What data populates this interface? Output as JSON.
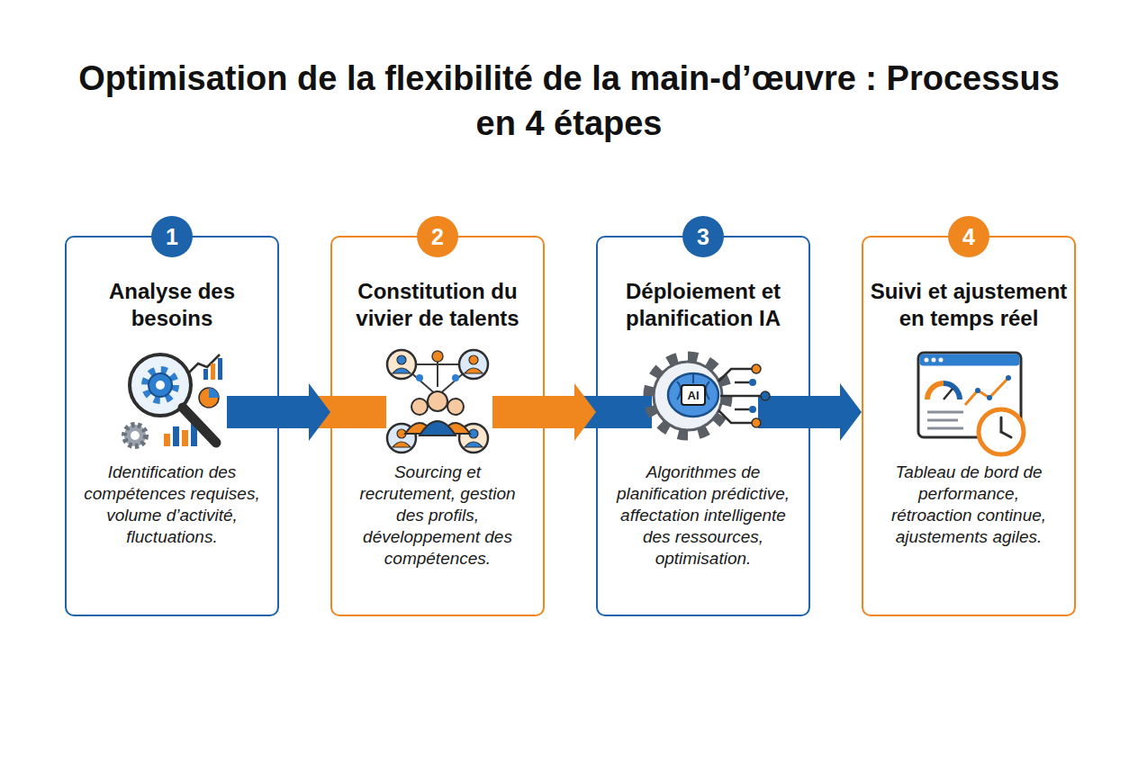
{
  "diagram": {
    "title": "Optimisation de la flexibilité de la main-d’œuvre : Processus en 4 étapes",
    "nodes": [
      {
        "text": [
          "1",
          "Analyse des besoins",
          "Identification des compétences requises, volume d’activité, fluctuations."
        ]
      },
      {
        "text": [
          "2",
          "Constitution du vivier de talents",
          "Sourcing et recrutement, gestion des profils, développement des compétences."
        ]
      },
      {
        "text": [
          "3",
          "Déploiement et planification IA",
          "Algorithmes de planification prédictive, affectation intelligente des ressources, optimisation."
        ]
      },
      {
        "text": [
          "4",
          "Suivi et ajustement en temps réel",
          "Tableau de bord de performance, rétroaction continue, ajustements agiles."
        ]
      }
    ],
    "edges": [
      {
        "from": 0,
        "to": 1,
        "arrow": "to"
      },
      {
        "from": 1,
        "to": 2,
        "arrow": "to"
      },
      {
        "from": 2,
        "to": 3,
        "arrow": "to"
      }
    ],
    "labels": [
      "AI"
    ]
  }
}
